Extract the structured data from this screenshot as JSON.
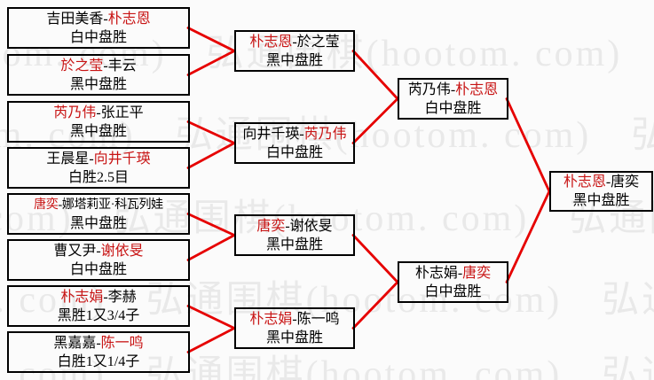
{
  "watermark": {
    "text": "弘通围棋(hootom. com)"
  },
  "colors": {
    "background": "#fbfbfb",
    "connector_red": "#e60000",
    "winner_red": "#c81414",
    "box_border": "#000000",
    "watermark_gray": "#e9e9e9"
  },
  "bracket": {
    "round_of_16": [
      {
        "left": "吉田美香",
        "right": "朴志恩",
        "winner": "right",
        "result": "白中盘胜"
      },
      {
        "left": "於之莹",
        "right": "丰云",
        "winner": "left",
        "result": "黑中盘胜"
      },
      {
        "left": "芮乃伟",
        "right": "张正平",
        "winner": "left",
        "result": "黑中盘胜"
      },
      {
        "left": "王晨星",
        "right": "向井千瑛",
        "winner": "right",
        "result": "白胜2.5目"
      },
      {
        "left": "唐奕",
        "right": "娜塔莉亚·科瓦列娃",
        "winner": "left",
        "result": "黑中盘胜"
      },
      {
        "left": "曹又尹",
        "right": "谢依旻",
        "winner": "right",
        "result": "白中盘胜"
      },
      {
        "left": "朴志娟",
        "right": "李赫",
        "winner": "left",
        "result": "黑胜1又3/4子"
      },
      {
        "left": "黑嘉嘉",
        "right": "陈一鸣",
        "winner": "right",
        "result": "白胜1又1/4子"
      }
    ],
    "quarterfinals": [
      {
        "left": "朴志恩",
        "right": "於之莹",
        "winner": "left",
        "result": "黑中盘胜"
      },
      {
        "left": "向井千瑛",
        "right": "芮乃伟",
        "winner": "right",
        "result": "白中盘胜"
      },
      {
        "left": "唐奕",
        "right": "谢依旻",
        "winner": "left",
        "result": "黑中盘胜"
      },
      {
        "left": "朴志娟",
        "right": "陈一鸣",
        "winner": "left",
        "result": "黑中盘胜"
      }
    ],
    "semifinals": [
      {
        "left": "芮乃伟",
        "right": "朴志恩",
        "winner": "right",
        "result": "白中盘胜"
      },
      {
        "left": "朴志娟",
        "right": "唐奕",
        "winner": "right",
        "result": "白中盘胜"
      }
    ],
    "final": [
      {
        "left": "朴志恩",
        "right": "唐奕",
        "winner": "left",
        "result": "黑中盘胜"
      }
    ]
  }
}
